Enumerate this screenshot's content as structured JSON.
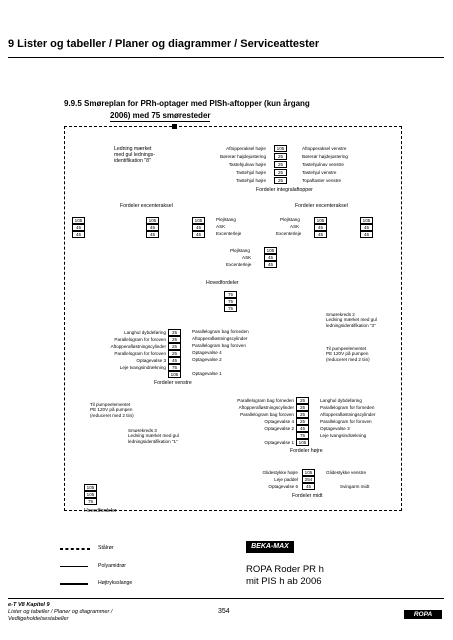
{
  "header": {
    "chapter_title": "9   Lister og tabeller / Planer og diagrammer / Serviceattester"
  },
  "section": {
    "line1": "9.9.5      Smøreplan for PRh-optager med PISh-aftopper (kun årgang",
    "line2": "2006) med 75 smøresteder"
  },
  "top_labels": {
    "ledning": "Ledning mærket\nmed gul lednings-\nidentifikation \"8\"",
    "left_list": [
      "Aftopperaksel højre",
      "Børerør højdejustering",
      "Tastehjulnav højre",
      "Tastehjul højre",
      "Tastehjul højre"
    ],
    "right_list": [
      "Aftopperaksel venstre",
      "Børerør højdejustering",
      "Tastehjulnav venstre",
      "Tastehjul venstre",
      "Topaftaster venstre"
    ],
    "center_boxes": [
      "105",
      "25",
      "25",
      "25",
      "25"
    ],
    "fordeler_integrale": "Fordeler integralaftopper",
    "fordeler_left": "Fordeler excenteraksel",
    "fordeler_right": "Fordeler excenteraksel"
  },
  "excenter": {
    "box_vals": [
      "105",
      "45",
      "45"
    ],
    "labels": [
      "Plejlstang",
      "ASK",
      "Excenterleje"
    ]
  },
  "hoved": {
    "label": "Hovedfordeler",
    "boxes": [
      "75",
      "75",
      "75"
    ],
    "bottom_label": "Hovedfordeler",
    "bottom_boxes": [
      "105",
      "105",
      "75"
    ]
  },
  "left_group": {
    "labels": [
      "Langhul dybdeføring",
      "Parallelogram for foroven",
      "Aftopperafløstningscylinder",
      "Parallelogram for foroven",
      "Optagevalse 3",
      "Leje tvangsindrækning"
    ],
    "boxes": [
      "25",
      "25",
      "25",
      "25",
      "45",
      "75",
      "105"
    ],
    "right_labels": [
      "Parallelogram bag forneden",
      "Aftopperafløstningscylinder",
      "Parallelogram bag foroven",
      "Optagevalse 4",
      "Optagevalse 2",
      "Optagevalse 1"
    ],
    "footer": "Fordeler venstre"
  },
  "smore2": "Smørekreds 2\nLedning mærket med gul\nledningsidentifikation \"3\"",
  "pump_right": "Til pumpeelementet\nPE 120V på pumpen\n(reduceret med 2 tiin)",
  "pump_left": "Til pumpeelementet\nPE 120V på pumpen\n(reduceret med 2 tiin)",
  "smore3": "Smørekreds 3\nLedning mærket med gul\nledningsidentifikation \"1\"",
  "right_group": {
    "labels": [
      "Parallelogram bag forneden",
      "Aftopperafløstningscylinder",
      "Parallelogram bag foroven",
      "Optagevalse 4",
      "Optagevalse 2",
      "Optagevalse 1"
    ],
    "boxes": [
      "25",
      "25",
      "25",
      "25",
      "45",
      "75",
      "105"
    ],
    "right_labels": [
      "Langhul dybdeføring",
      "Parallelogram for forneden",
      "Aftopperafløstningscylinder",
      "Parallelogram for foroven",
      "Optagevalse 3",
      "Leje tvangsindrækning"
    ],
    "footer": "Fordeler højre"
  },
  "midt": {
    "labels": [
      "Glidestykke højre",
      "Leje paddel",
      "Optagevalse 6"
    ],
    "boxes": [
      "105",
      "254",
      "45"
    ],
    "right_labels": [
      "Glidestykke venstre",
      "Svingarm midt"
    ],
    "footer": "Fordeler midt"
  },
  "legend": [
    "Stålrør",
    "Polyamidrør",
    "Højtryksslange"
  ],
  "brand": {
    "logo": "BEKA-MAX",
    "title": "ROPA Roder PR h",
    "subtitle": "mit PIS h ab 2006"
  },
  "footer": {
    "line1": "e-T V8   Kapitel 9",
    "line2": "Lister og tabeller / Planer og diagrammer /",
    "line3": "Vedligeholdelsestabeller",
    "page": "354",
    "logo": "ROPA"
  }
}
